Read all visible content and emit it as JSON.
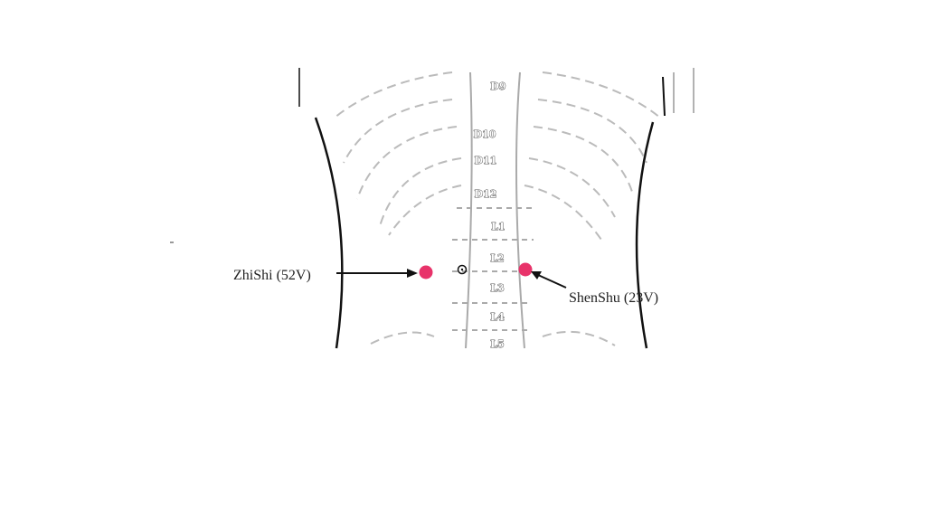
{
  "vertebrae": [
    "D9",
    "D10",
    "D11",
    "D12",
    "L1",
    "L2",
    "L3",
    "L4",
    "L5"
  ],
  "points": [
    {
      "label": "ZhiShi (52V)"
    },
    {
      "label": "ShenShu (23V)"
    }
  ],
  "colors": {
    "point": "#e8336a",
    "outline": "#111111",
    "ribs": "#bbbbbb"
  }
}
